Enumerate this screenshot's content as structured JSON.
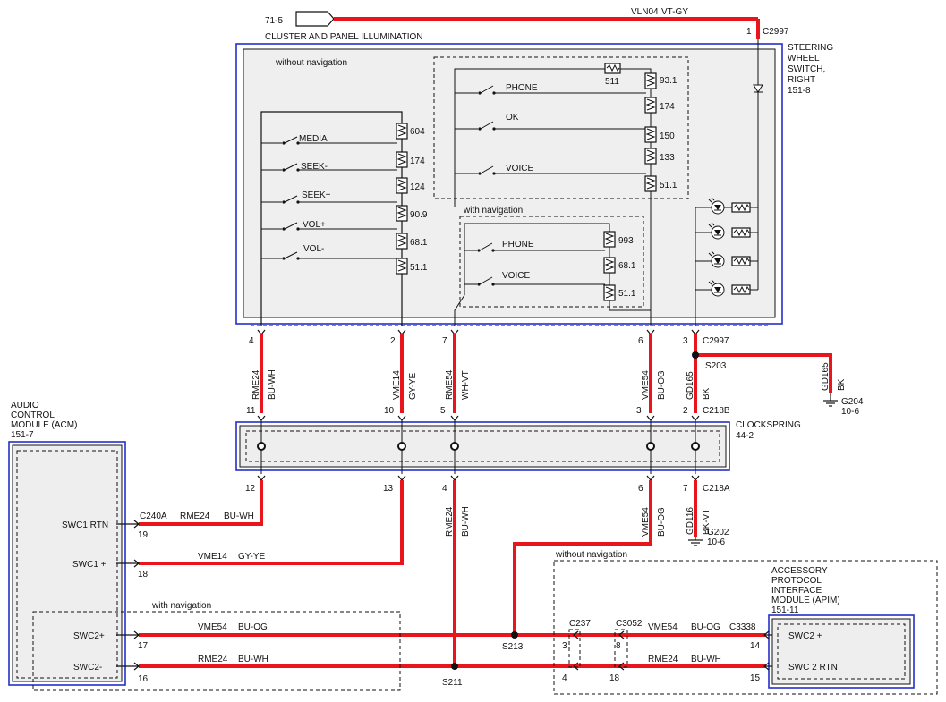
{
  "header_connector": {
    "ref": "71-5",
    "label": "CLUSTER AND PANEL ILLUMINATION",
    "circuit": "VLN04",
    "color": "VT-GY",
    "pin": "1",
    "connector": "C2997"
  },
  "swr": {
    "title_lines": [
      "STEERING",
      "WHEEL",
      "SWITCH,",
      "RIGHT",
      "151-8"
    ],
    "without_nav": "without navigation",
    "with_nav": "with navigation"
  },
  "left_switches": [
    {
      "label": "MEDIA",
      "res": "604"
    },
    {
      "label": "SEEK-",
      "res": "174"
    },
    {
      "label": "SEEK+",
      "res": "124"
    },
    {
      "label": "VOL+",
      "res": "90.9"
    },
    {
      "label": "VOL-",
      "res": "68.1"
    },
    {
      "label": "",
      "res": "51.1"
    }
  ],
  "right_top": {
    "top_res": "511",
    "items": [
      {
        "label": "PHONE",
        "res": "93.1"
      },
      {
        "label": "",
        "res": "174"
      },
      {
        "label": "OK",
        "res": "150"
      },
      {
        "label": "",
        "res": "133"
      },
      {
        "label": "VOICE",
        "res": "51.1"
      }
    ]
  },
  "with_nav_items": [
    {
      "label": "PHONE",
      "res": "993"
    },
    {
      "label": "",
      "res": "68.1"
    },
    {
      "label": "VOICE",
      "res": "51.1"
    }
  ],
  "c2997_pins": [
    "4",
    "2",
    "7",
    "6",
    "3"
  ],
  "c2997_label": "C2997",
  "s203": "S203",
  "upper_wires": [
    {
      "circuit": "RME24",
      "color": "BU-WH"
    },
    {
      "circuit": "VME14",
      "color": "GY-YE"
    },
    {
      "circuit": "RME54",
      "color": "WH-VT"
    },
    {
      "circuit": "VME54",
      "color": "BU-OG"
    },
    {
      "circuit": "GD165",
      "color": "BK"
    }
  ],
  "g204": {
    "circuit": "GD165",
    "color": "BK",
    "name": "G204",
    "ref": "10-6"
  },
  "c218b_pins": [
    "11",
    "10",
    "5",
    "3",
    "2"
  ],
  "c218b_label": "C218B",
  "clockspring": {
    "name": "CLOCKSPRING",
    "ref": "44-2"
  },
  "c218a_pins": [
    "12",
    "13",
    "4",
    "6",
    "7"
  ],
  "c218a_label": "C218A",
  "lower_wires": [
    {
      "circuit": "RME24",
      "color": "BU-WH"
    },
    {
      "circuit": "VME54",
      "color": "BU-OG"
    },
    {
      "circuit": "GD116",
      "color": "BK-VT"
    }
  ],
  "g202": {
    "name": "G202",
    "ref": "10-6"
  },
  "acm": {
    "title_lines": [
      "AUDIO",
      "CONTROL",
      "MODULE (ACM)",
      "151-7"
    ],
    "connector": "C240A",
    "with_nav": "with navigation",
    "pins": [
      {
        "label": "SWC1 RTN",
        "pin": "19",
        "circuit": "RME24",
        "color": "BU-WH"
      },
      {
        "label": "SWC1 +",
        "pin": "18",
        "circuit": "VME14",
        "color": "GY-YE"
      },
      {
        "label": "SWC2+",
        "pin": "17",
        "circuit": "VME54",
        "color": "BU-OG"
      },
      {
        "label": "SWC2-",
        "pin": "16",
        "circuit": "RME24",
        "color": "BU-WH"
      }
    ]
  },
  "splices": {
    "s213": "S213",
    "s211": "S211"
  },
  "c237": {
    "name": "C237",
    "pin_top": "3",
    "pin_bottom": "4"
  },
  "c3052": {
    "name": "C3052",
    "pin_top": "8",
    "pin_bottom": "18"
  },
  "apim_wires": [
    {
      "circuit": "VME54",
      "color": "BU-OG"
    },
    {
      "circuit": "RME24",
      "color": "BU-WH"
    }
  ],
  "apim": {
    "without_nav": "without navigation",
    "title_lines": [
      "ACCESSORY",
      "PROTOCOL",
      "INTERFACE",
      "MODULE (APIM)",
      "151-11"
    ],
    "connector": "C3338",
    "pins": [
      {
        "label": "SWC2 +",
        "pin": "14"
      },
      {
        "label": "SWC 2 RTN",
        "pin": "15"
      }
    ]
  }
}
